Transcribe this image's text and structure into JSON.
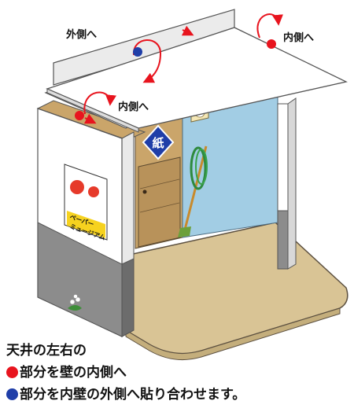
{
  "labels": {
    "outer": "外側へ",
    "inner_right": "内側へ",
    "inner_left": "内側へ"
  },
  "poster": {
    "line1": "ペーパー",
    "line2": "ミュージアム"
  },
  "sign_glyph": "紙",
  "caption": {
    "line1": "天井の左右の",
    "line2": "部分を壁の内側へ",
    "line3": "部分を内壁の外側へ貼り合わせます。"
  },
  "colors": {
    "red": "#e8141e",
    "blue": "#1f3ea8",
    "floor": "#d9c495",
    "inner_wall": "#a2cde4",
    "door": "#b8925a",
    "gray_panel": "#8c8c8c"
  }
}
